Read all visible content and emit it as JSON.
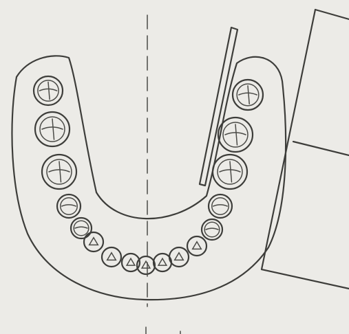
{
  "figure": {
    "background": "#ecebe7",
    "ink_color": "#3d3d3a",
    "elements": [
      "mandibular-arch-outline",
      "tooth-row",
      "midline",
      "ruler-strip",
      "sensor-panel"
    ]
  }
}
